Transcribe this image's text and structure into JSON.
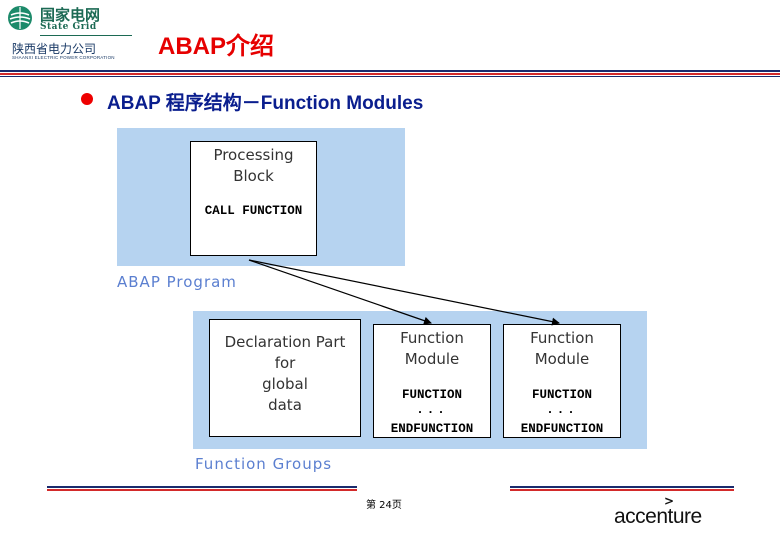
{
  "header": {
    "logo": {
      "name_cn": "国家电网",
      "name_en": "State Grid",
      "company_cn": "陕西省电力公司",
      "company_en": "SHAANXI ELECTRIC POWER CORPORATION"
    },
    "title": "ABAP介绍"
  },
  "bullet": {
    "text": "ABAP 程序结构－Function Modules"
  },
  "diagram": {
    "processing_block_label": "Processing\nBlock",
    "call_function_code": "CALL FUNCTION",
    "abap_program_label": "ABAP Program",
    "declaration_part_label": "Declaration Part\nfor\nglobal\ndata",
    "modules": [
      {
        "label": "Function\nModule",
        "code_start": "FUNCTION",
        "code_dots": "...",
        "code_end": "ENDFUNCTION"
      },
      {
        "label": "Function\nModule",
        "code_start": "FUNCTION",
        "code_dots": "...",
        "code_end": "ENDFUNCTION"
      }
    ],
    "function_groups_label": "Function Groups"
  },
  "footer": {
    "page_number": "第 24页",
    "brand": "accenture",
    "brand_mark": ">"
  },
  "colors": {
    "title_red": "#e60000",
    "bullet_blue": "#0a1e8e",
    "panel_blue": "#b6d3f0",
    "group_label_blue": "#5b7fd0",
    "rule_dark": "#1a2a6c",
    "rule_red": "#d32a2a"
  }
}
